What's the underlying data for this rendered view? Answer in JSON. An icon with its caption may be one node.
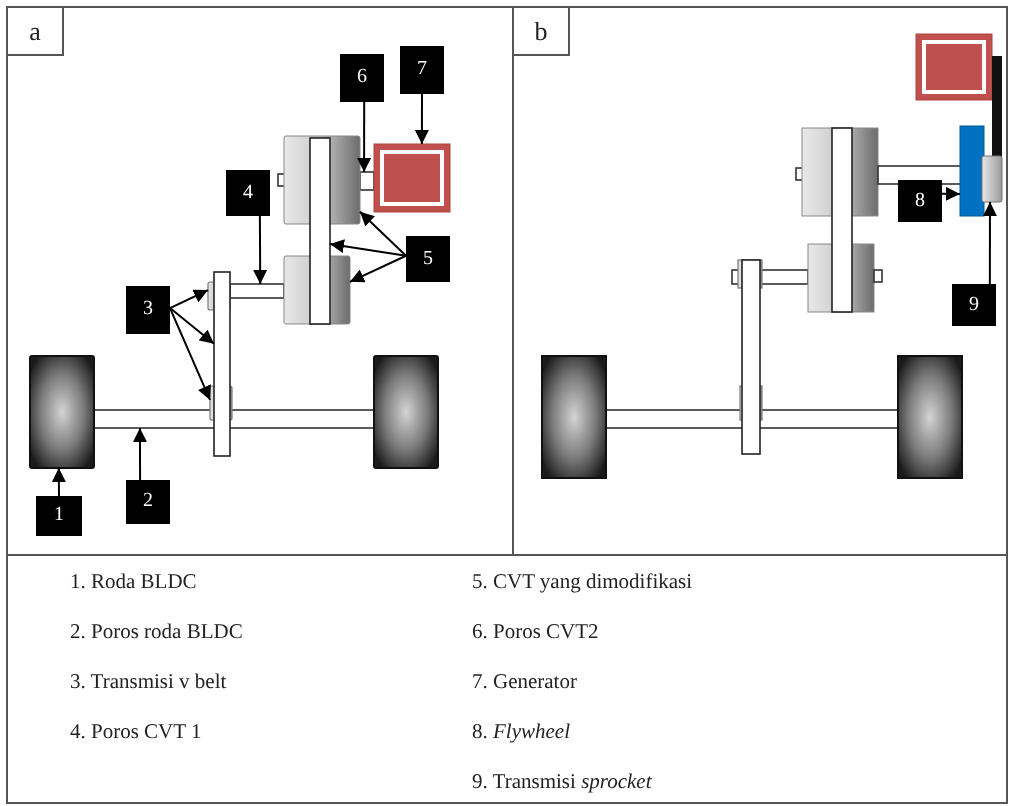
{
  "diagram": {
    "nodes": [
      {
        "text": [
          "a"
        ]
      },
      {
        "text": [
          "1"
        ],
        "in": 0
      },
      {
        "text": [
          "2"
        ],
        "in": 0
      },
      {
        "text": [
          "3"
        ],
        "in": 0
      },
      {
        "text": [
          "4"
        ],
        "in": 0
      },
      {
        "text": [
          "5"
        ],
        "in": 0
      },
      {
        "text": [
          "6"
        ],
        "in": 0
      },
      {
        "text": [
          "7"
        ],
        "in": 0
      },
      {
        "text": [],
        "shape": "box",
        "in": 0
      },
      {
        "text": [],
        "shape": "bar",
        "in": 0
      },
      {
        "text": [],
        "shape": "box",
        "in": 0
      },
      {
        "text": [],
        "shape": "bar",
        "in": 0
      },
      {
        "text": [],
        "shape": "box",
        "in": 0
      },
      {
        "text": [],
        "shape": "bar",
        "in": 0
      },
      {
        "text": [],
        "shape": "box",
        "in": 0
      },
      {
        "text": [],
        "shape": "bar",
        "in": 0
      },
      {
        "text": [],
        "shape": "box",
        "in": 0
      },
      {
        "text": [],
        "shape": "bar",
        "in": 0
      },
      {
        "text": [],
        "shape": "box",
        "in": 0
      },
      {
        "text": [],
        "shape": "box",
        "in": 0
      },
      {
        "text": [
          "b"
        ]
      },
      {
        "text": [
          "8"
        ],
        "in": 20
      },
      {
        "text": [
          "9"
        ],
        "in": 20
      },
      {
        "text": [],
        "shape": "bar",
        "in": 20
      },
      {
        "text": [],
        "shape": "box",
        "in": 20
      }
    ],
    "edges": [
      {
        "from": 1,
        "to": 8,
        "arrow": "to"
      },
      {
        "from": 2,
        "to": 9,
        "arrow": "to"
      },
      {
        "from": 3,
        "to": 10,
        "arrow": "to"
      },
      {
        "from": 3,
        "to": 11,
        "arrow": "to"
      },
      {
        "from": 3,
        "to": 12,
        "arrow": "to"
      },
      {
        "from": 4,
        "to": 13,
        "arrow": "to"
      },
      {
        "from": 5,
        "to": 14,
        "arrow": "to"
      },
      {
        "from": 5,
        "to": 15,
        "arrow": "to"
      },
      {
        "from": 5,
        "to": 16,
        "arrow": "to"
      },
      {
        "from": 6,
        "to": 17,
        "arrow": "to"
      },
      {
        "from": 7,
        "to": 18,
        "arrow": "to"
      },
      {
        "from": 21,
        "to": 23,
        "arrow": "to"
      },
      {
        "from": 22,
        "to": 24,
        "arrow": "to"
      }
    ],
    "labels": [
      "1. Roda BLDC",
      "2. Poros roda BLDC",
      "3. Transmisi v belt",
      "4. Poros CVT 1",
      "5. CVT yang dimodifikasi",
      "6. Poros CVT2",
      "7. Generator",
      "8. *Flywheel*",
      "9. Transmisi *sprocket*"
    ]
  }
}
